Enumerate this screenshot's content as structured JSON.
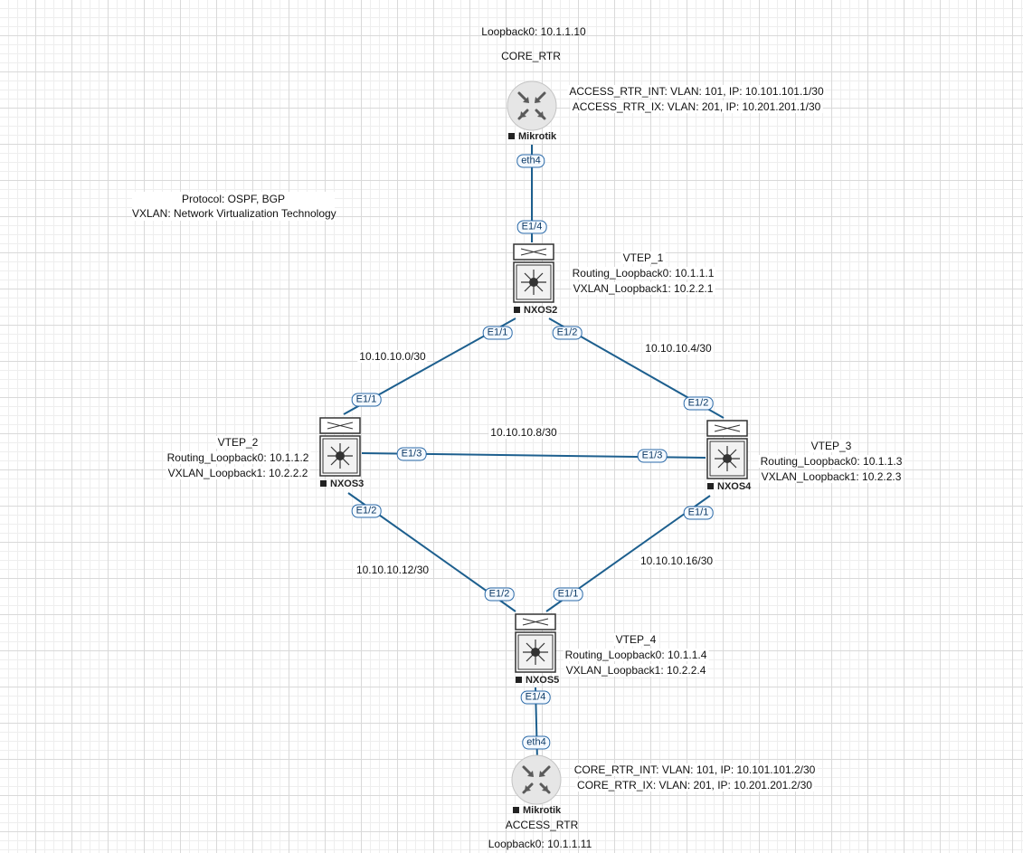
{
  "note": {
    "line1": "Protocol: OSPF, BGP",
    "line2": "VXLAN: Network Virtualization Technology"
  },
  "core_rtr": {
    "loopback": "Loopback0: 10.1.1.10",
    "name": "CORE_RTR",
    "iface1": "ACCESS_RTR_INT: VLAN: 101, IP: 10.101.101.1/30",
    "iface2": "ACCESS_RTR_IX: VLAN: 201, IP: 10.201.201.1/30",
    "device_label": "Mikrotik",
    "port": "eth4"
  },
  "access_rtr": {
    "loopback": "Loopback0: 10.1.1.11",
    "name": "ACCESS_RTR",
    "iface1": "CORE_RTR_INT: VLAN: 101, IP: 10.101.101.2/30",
    "iface2": "CORE_RTR_IX: VLAN: 201, IP: 10.201.201.2/30",
    "device_label": "Mikrotik",
    "port": "eth4"
  },
  "vtep1": {
    "name": "VTEP_1",
    "routing": "Routing_Loopback0: 10.1.1.1",
    "vxlan": "VXLAN_Loopback1: 10.2.2.1",
    "device_label": "NXOS2",
    "ports": {
      "up": "E1/4",
      "left": "E1/1",
      "right": "E1/2"
    }
  },
  "vtep2": {
    "name": "VTEP_2",
    "routing": "Routing_Loopback0: 10.1.1.2",
    "vxlan": "VXLAN_Loopback1: 10.2.2.2",
    "device_label": "NXOS3",
    "ports": {
      "up": "E1/1",
      "right": "E1/3",
      "down": "E1/2"
    }
  },
  "vtep3": {
    "name": "VTEP_3",
    "routing": "Routing_Loopback0: 10.1.1.3",
    "vxlan": "VXLAN_Loopback1: 10.2.2.3",
    "device_label": "NXOS4",
    "ports": {
      "up": "E1/2",
      "left": "E1/3",
      "down": "E1/1"
    }
  },
  "vtep4": {
    "name": "VTEP_4",
    "routing": "Routing_Loopback0: 10.1.1.4",
    "vxlan": "VXLAN_Loopback1: 10.2.2.4",
    "device_label": "NXOS5",
    "ports": {
      "left": "E1/2",
      "right": "E1/1",
      "down": "E1/4"
    }
  },
  "subnets": {
    "s1": "10.10.10.0/30",
    "s2": "10.10.10.4/30",
    "s3": "10.10.10.8/30",
    "s4": "10.10.10.12/30",
    "s5": "10.10.10.16/30"
  },
  "colors": {
    "link": "#1d5f8e",
    "router_circle": "#e6e6e6",
    "router_arrows": "#5a5a5a",
    "port_border": "#2b6aa8"
  }
}
